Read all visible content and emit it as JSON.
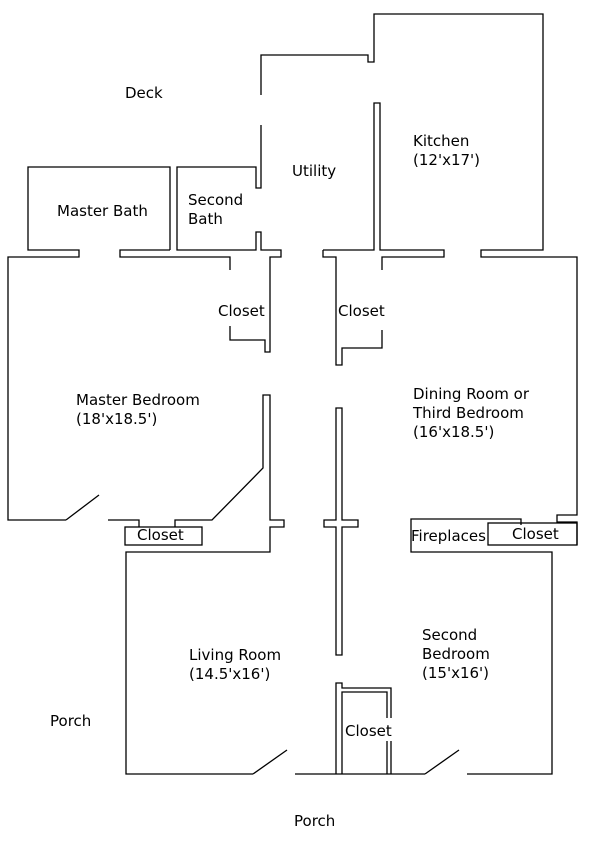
{
  "rooms": {
    "deck": "Deck",
    "kitchen": {
      "name": "Kitchen",
      "size": "(12'x17')"
    },
    "utility": "Utility",
    "master_bath": "Master Bath",
    "second_bath": {
      "line1": "Second",
      "line2": "Bath"
    },
    "closet_master": "Closet",
    "closet_hall": "Closet",
    "master_bedroom": {
      "name": "Master Bedroom",
      "size": "(18'x18.5')"
    },
    "dining_room": {
      "line1": "Dining Room or",
      "line2": "Third Bedroom",
      "size": "(16'x18.5')"
    },
    "closet_master_lower": "Closet",
    "fireplaces": "Fireplaces",
    "closet_dining": "Closet",
    "living_room": {
      "name": "Living Room",
      "size": "(14.5'x16')"
    },
    "second_bedroom": {
      "line1": "Second",
      "line2": "Bedroom",
      "size": "(15'x16')"
    },
    "closet_front": "Closet",
    "porch_left": "Porch",
    "porch_bottom": "Porch"
  },
  "colors": {
    "wall": "#000000",
    "background": "#ffffff"
  }
}
